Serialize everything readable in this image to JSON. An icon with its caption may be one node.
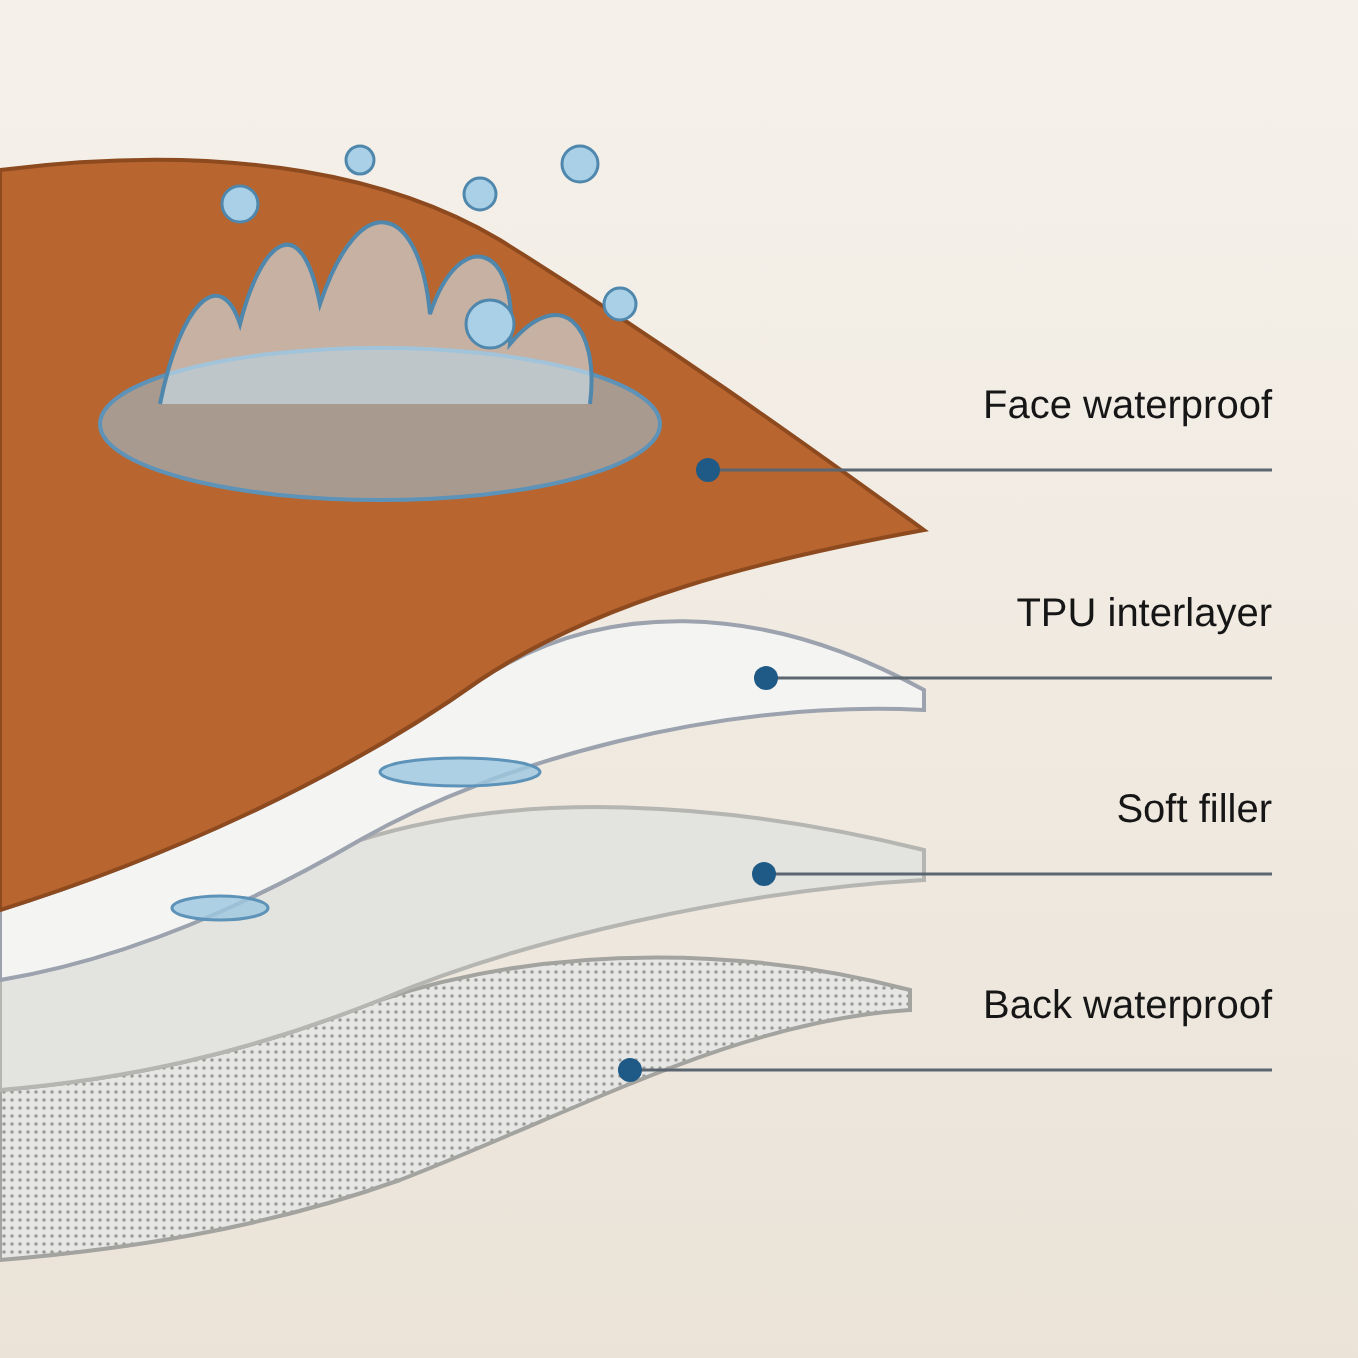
{
  "diagram": {
    "nodes": [
      {
        "text": [
          "Face waterproof"
        ]
      },
      {
        "text": [
          "TPU interlayer"
        ]
      },
      {
        "text": [
          "Soft filler"
        ]
      },
      {
        "text": [
          "Back waterproof"
        ]
      },
      {
        "text": [],
        "shape": "band"
      },
      {
        "text": [],
        "shape": "band"
      },
      {
        "text": [],
        "shape": "band"
      },
      {
        "text": [],
        "shape": "band"
      }
    ],
    "edges": [
      {
        "from": 0,
        "to": 4,
        "arrow": "other"
      },
      {
        "from": 1,
        "to": 5,
        "arrow": "other"
      },
      {
        "from": 2,
        "to": 6,
        "arrow": "other"
      },
      {
        "from": 3,
        "to": 7,
        "arrow": "other"
      }
    ]
  }
}
